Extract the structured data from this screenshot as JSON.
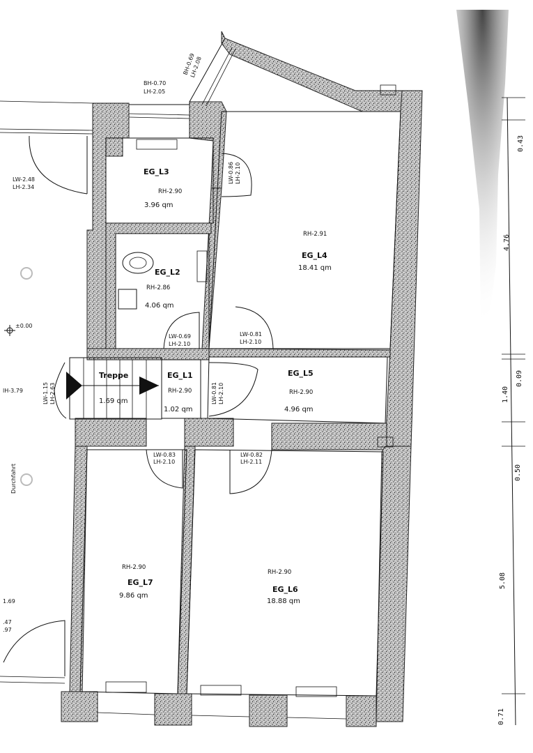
{
  "plan": {
    "level_marker": "±0.00",
    "passage_label": "Durchfahrt",
    "left_height_label": "lH-3.79",
    "left_margin_fragments": [
      "1.69",
      ".47",
      ".97"
    ],
    "rooms": {
      "EG_L1": {
        "name": "EG_L1",
        "rh": "RH-2.90",
        "area": "1.02 qm"
      },
      "EG_L2": {
        "name": "EG_L2",
        "rh": "RH-2.86",
        "area": "4.06 qm"
      },
      "EG_L3": {
        "name": "EG_L3",
        "rh": "RH-2.90",
        "area": "3.96 qm"
      },
      "EG_L4": {
        "name": "EG_L4",
        "rh": "RH-2.91",
        "area": "18.41 qm"
      },
      "EG_L5": {
        "name": "EG_L5",
        "rh": "RH-2.90",
        "area": "4.96 qm"
      },
      "EG_L6": {
        "name": "EG_L6",
        "rh": "RH-2.90",
        "area": "18.88 qm"
      },
      "EG_L7": {
        "name": "EG_L7",
        "rh": "RH-2.90",
        "area": "9.86 qm"
      },
      "Treppe": {
        "name": "Treppe",
        "area": "1.69 qm"
      }
    },
    "openings": {
      "window_top_l3": [
        "BH-0.70",
        "LH-2.05"
      ],
      "window_diag": [
        "BH-0.69",
        "LH-2.08"
      ],
      "door_left_outer": [
        "LW-2.48",
        "LH-2.34"
      ],
      "door_l3": [
        "LW-0.86",
        "LH-2.10"
      ],
      "door_l2": [
        "LW-0.69",
        "LH-2.10"
      ],
      "door_l4": [
        "LW-0.81",
        "LH-2.10"
      ],
      "door_entry": [
        "LW-1.15",
        "LH-2.63"
      ],
      "door_l5": [
        "LW-0.81",
        "LH-2.10"
      ],
      "door_l7": [
        "LW-0.83",
        "LH-2.10"
      ],
      "door_l6": [
        "LW-0.82",
        "LH-2.11"
      ]
    },
    "dimensions_right": [
      "0.43",
      "4.76",
      "0.09",
      "1.40",
      "0.50",
      "5.08",
      "0.71"
    ]
  }
}
